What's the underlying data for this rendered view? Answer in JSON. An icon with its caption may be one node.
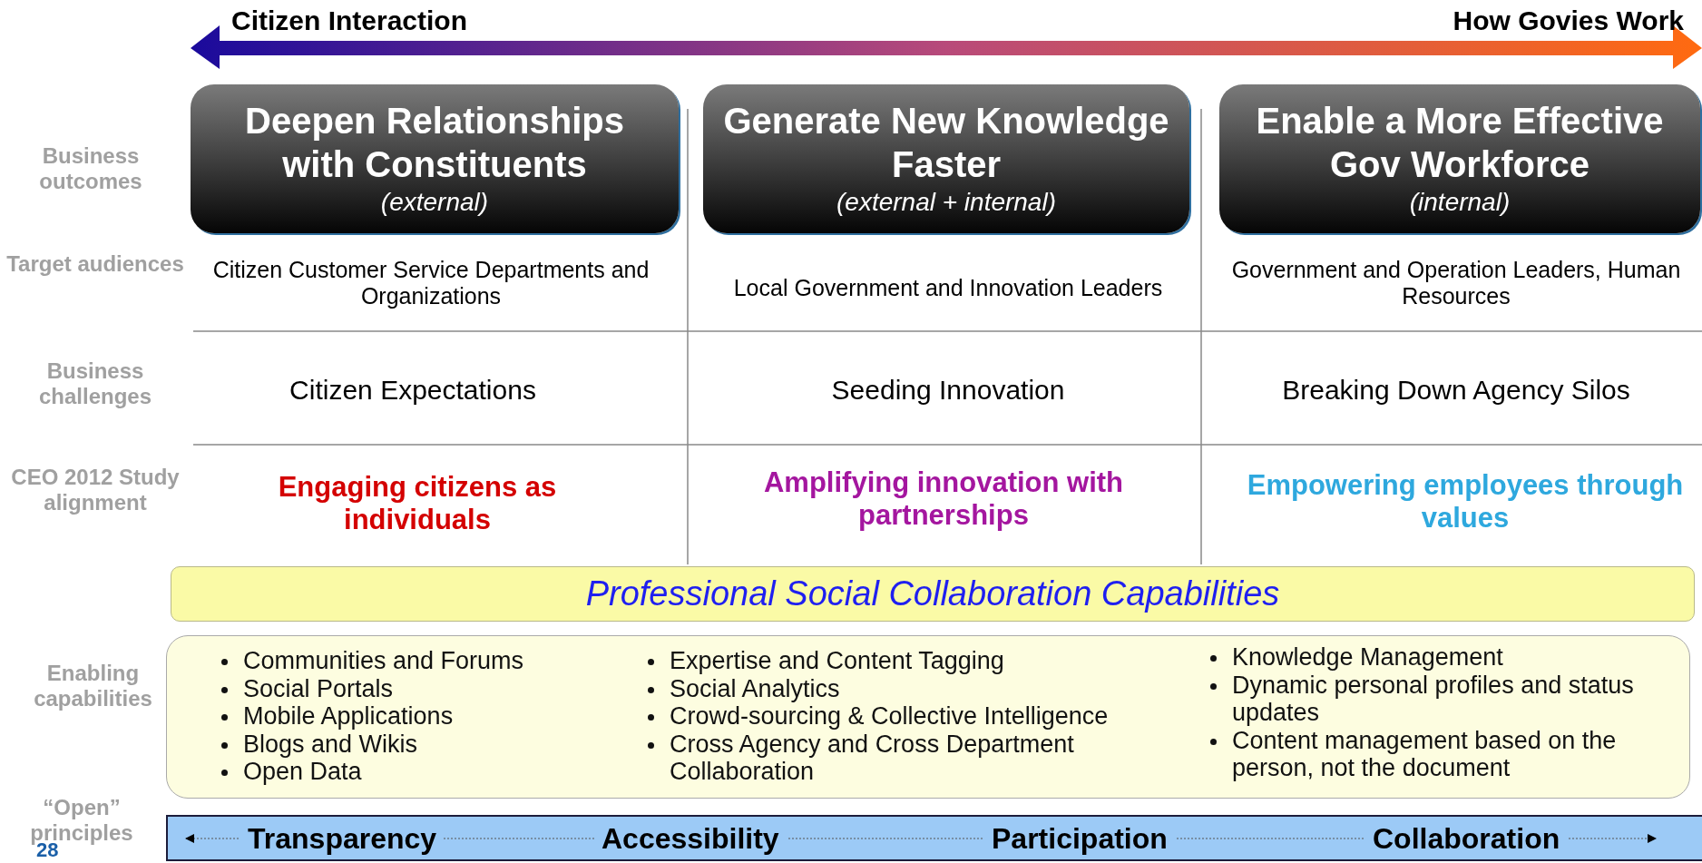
{
  "diagram": {
    "nodes": [
      {
        "text": [
          "Deepen Relationships with Constituents",
          "(external)"
        ]
      },
      {
        "text": [
          "Generate New Knowledge Faster",
          "(external + internal)"
        ]
      },
      {
        "text": [
          "Enable a More Effective Gov Workforce",
          "(internal)"
        ]
      },
      {
        "text": [
          "Professional Social Collaboration Capabilities"
        ]
      },
      {
        "text": [
          "Communities and Forums",
          "Social Portals",
          "Mobile Applications",
          "Blogs and Wikis",
          "Open Data",
          "Expertise and Content Tagging",
          "Social Analytics",
          "Crowd-sourcing & Collective Intelligence",
          "Cross Agency and Cross Department Collaboration",
          "Knowledge Management",
          "Dynamic personal profiles and status updates",
          "Content management based on the person, not the document"
        ]
      },
      {
        "text": [
          "Transparency",
          "Accessibility",
          "Participation",
          "Collaboration"
        ]
      }
    ],
    "labels": [
      "Citizen Interaction",
      "How Govies Work",
      "Business outcomes",
      "Target audiences",
      "Citizen Customer Service Departments and Organizations",
      "Local Government and Innovation Leaders",
      "Government and Operation Leaders, Human Resources",
      "Business challenges",
      "Citizen Expectations",
      "Seeding Innovation",
      "Breaking Down Agency Silos",
      "CEO 2012 Study alignment",
      "Engaging citizens as individuals",
      "Amplifying innovation with partnerships",
      "Empowering employees through values",
      "Enabling capabilities",
      "“Open” principles",
      "28"
    ]
  }
}
